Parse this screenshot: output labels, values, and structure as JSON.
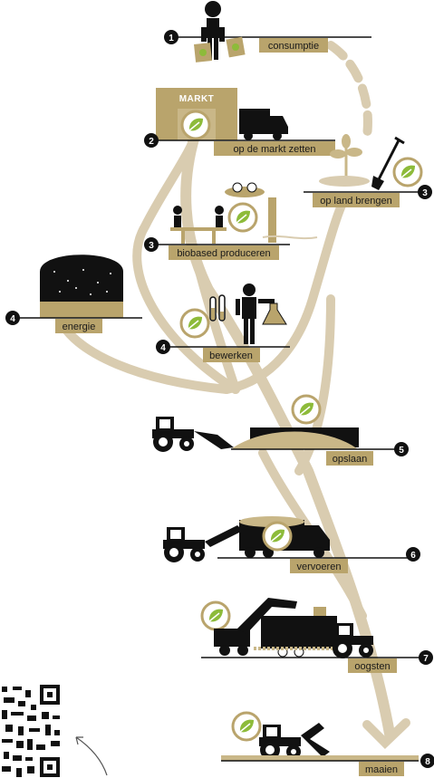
{
  "colors": {
    "flow": "#d9ccb0",
    "label_bg": "#b9a46c",
    "ink": "#111111",
    "leaf_green": "#8dbb3a",
    "badge_ring": "#b9a46c"
  },
  "steps": [
    {
      "number": "1",
      "label": "consumptie"
    },
    {
      "number": "2",
      "label": "op de markt zetten"
    },
    {
      "number": "3",
      "label": "op land brengen"
    },
    {
      "number": "3",
      "label": "biobased produceren"
    },
    {
      "number": "4",
      "label": "energie"
    },
    {
      "number": "4",
      "label": "bewerken"
    },
    {
      "number": "5",
      "label": "opslaan"
    },
    {
      "number": "6",
      "label": "vervoeren"
    },
    {
      "number": "7",
      "label": "oogsten"
    },
    {
      "number": "8",
      "label": "maaien"
    }
  ],
  "market_sign": "MARKT",
  "icons": {
    "badge": "leaf-badge-icon",
    "qr": "qr-code-icon",
    "arrow": "curved-arrow-icon"
  }
}
